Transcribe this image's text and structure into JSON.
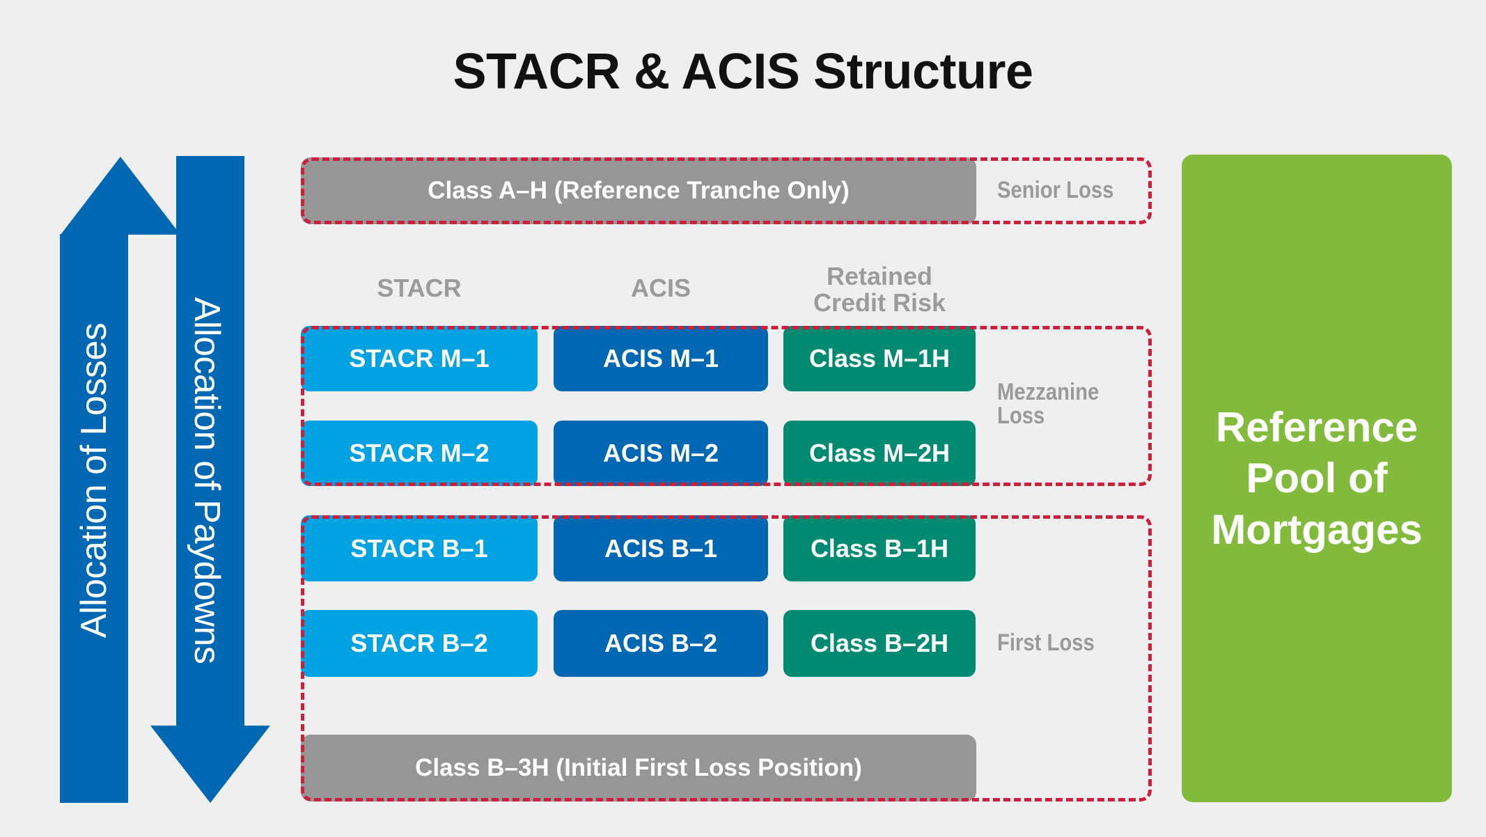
{
  "title": "STACR & ACIS Structure",
  "colors": {
    "background": "#efefef",
    "arrow_blue": "#0068b2",
    "stacr_light_blue": "#00a2e2",
    "acis_blue": "#0068b2",
    "retained_teal": "#008a72",
    "gray_tranche": "#969696",
    "dashed_red": "#cc1f3b",
    "reference_pool_green": "#82bb3c"
  },
  "arrows": {
    "losses": {
      "icon": "up-arrow-icon",
      "label": "Allocation of Losses"
    },
    "paydowns": {
      "icon": "down-arrow-icon",
      "label": "Allocation of Paydowns"
    }
  },
  "senior": {
    "box_label": "Class A–H (Reference Tranche Only)",
    "loss_label": "Senior Loss"
  },
  "column_headers": {
    "stacr": "STACR",
    "acis": "ACIS",
    "retained": "Retained\nCredit Risk"
  },
  "mezzanine": {
    "loss_label": "Mezzanine\nLoss",
    "rows": [
      {
        "stacr": "STACR M–1",
        "acis": "ACIS M–1",
        "retained": "Class M–1H"
      },
      {
        "stacr": "STACR M–2",
        "acis": "ACIS M–2",
        "retained": "Class M–2H"
      }
    ]
  },
  "first_loss": {
    "loss_label": "First Loss",
    "rows": [
      {
        "stacr": "STACR B–1",
        "acis": "ACIS B–1",
        "retained": "Class B–1H"
      },
      {
        "stacr": "STACR B–2",
        "acis": "ACIS B–2",
        "retained": "Class B–2H"
      }
    ],
    "bottom_box_label": "Class B–3H (Initial First Loss Position)"
  },
  "reference_pool": {
    "label": "Reference\nPool of\nMortgages"
  }
}
